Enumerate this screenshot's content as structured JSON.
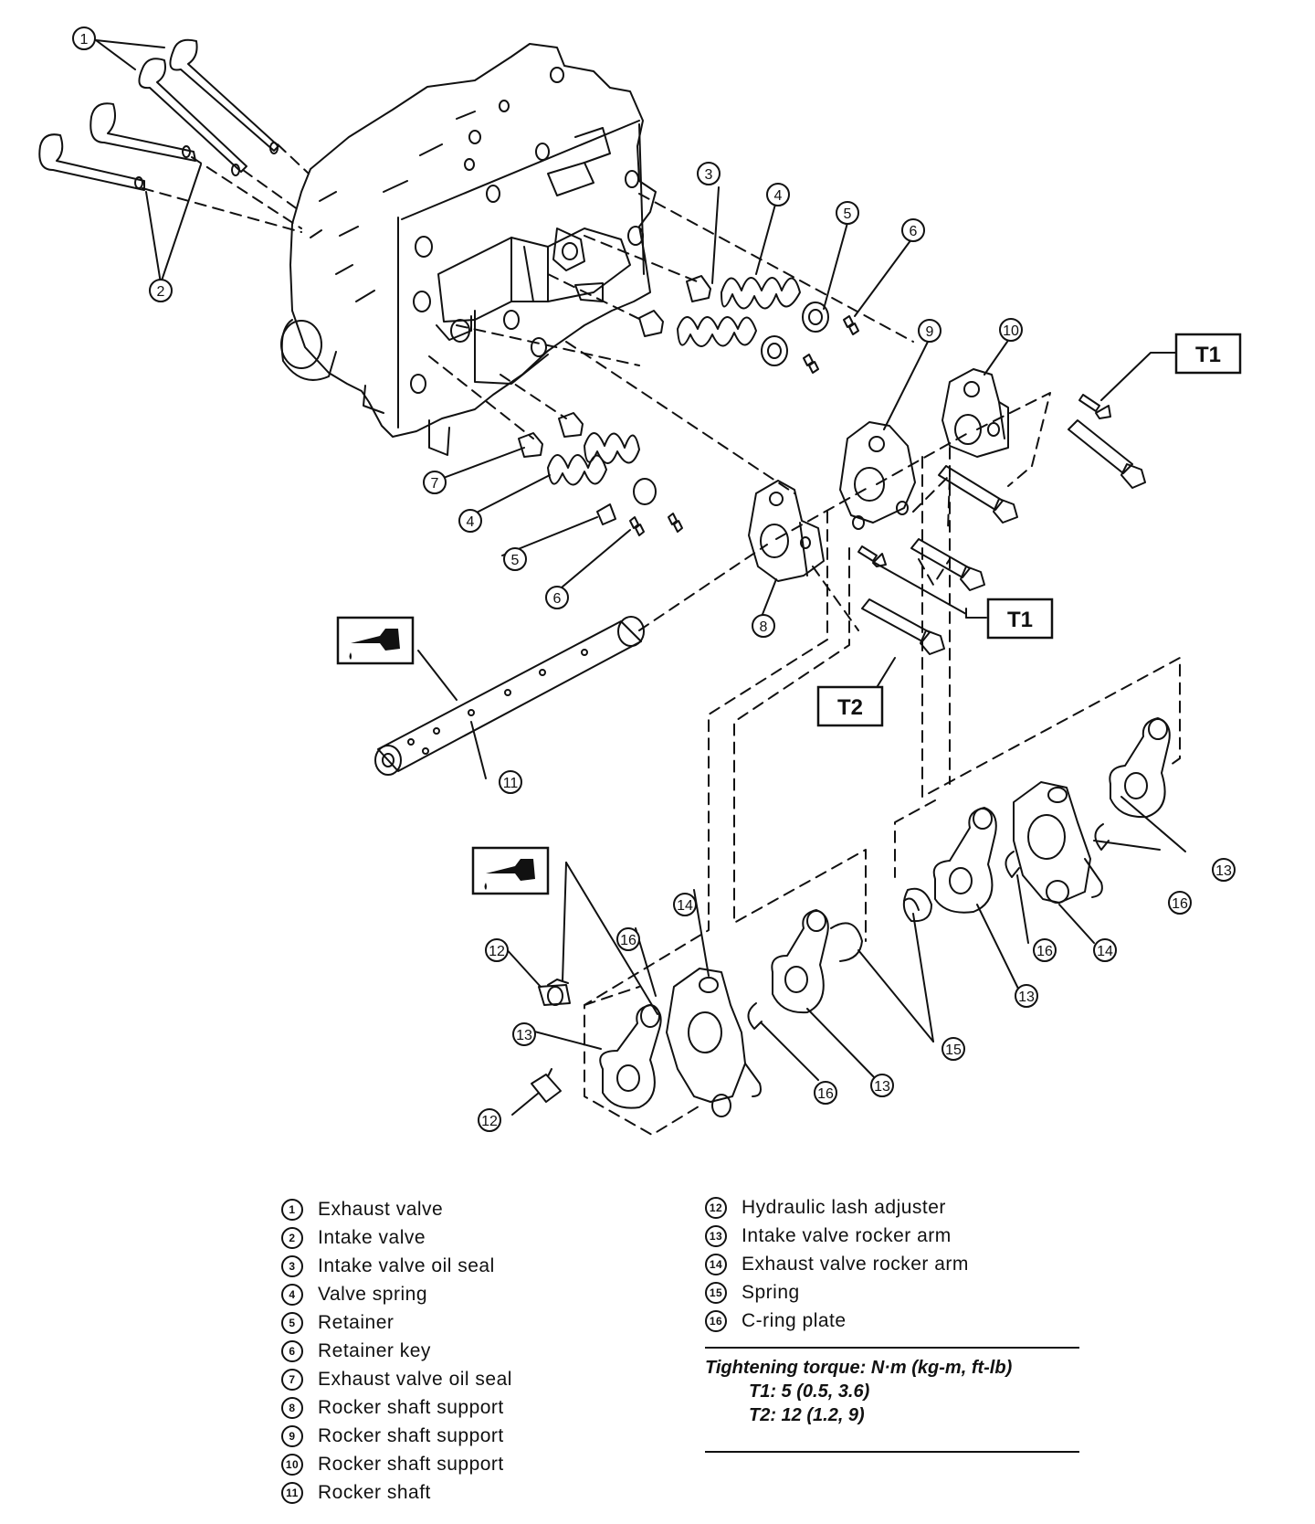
{
  "callouts": {
    "c1": "1",
    "c2": "2",
    "c3": "3",
    "c4": "4",
    "c5": "5",
    "c6": "6",
    "c7": "7",
    "c8": "8",
    "c9": "9",
    "c10": "10",
    "c11": "11",
    "c12": "12",
    "c13": "13",
    "c14": "14",
    "c15": "15",
    "c16": "16"
  },
  "torque_boxes": {
    "t1": "T1",
    "t2": "T2"
  },
  "icons": {
    "oil": "oil-can-icon"
  },
  "legend_left": [
    {
      "num": "1",
      "label": "Exhaust valve"
    },
    {
      "num": "2",
      "label": "Intake valve"
    },
    {
      "num": "3",
      "label": "Intake valve oil seal"
    },
    {
      "num": "4",
      "label": "Valve spring"
    },
    {
      "num": "5",
      "label": "Retainer"
    },
    {
      "num": "6",
      "label": "Retainer key"
    },
    {
      "num": "7",
      "label": "Exhaust valve oil seal"
    },
    {
      "num": "8",
      "label": "Rocker shaft support"
    },
    {
      "num": "9",
      "label": "Rocker shaft support"
    },
    {
      "num": "10",
      "label": "Rocker shaft support"
    },
    {
      "num": "11",
      "label": "Rocker shaft"
    }
  ],
  "legend_right": [
    {
      "num": "12",
      "label": "Hydraulic lash adjuster"
    },
    {
      "num": "13",
      "label": "Intake valve rocker arm"
    },
    {
      "num": "14",
      "label": "Exhaust valve rocker arm"
    },
    {
      "num": "15",
      "label": "Spring"
    },
    {
      "num": "16",
      "label": "C-ring plate"
    }
  ],
  "torque": {
    "title": "Tightening torque: N·m (kg-m, ft-lb)",
    "t1": "T1: 5 (0.5, 3.6)",
    "t2": "T2: 12 (1.2, 9)"
  }
}
